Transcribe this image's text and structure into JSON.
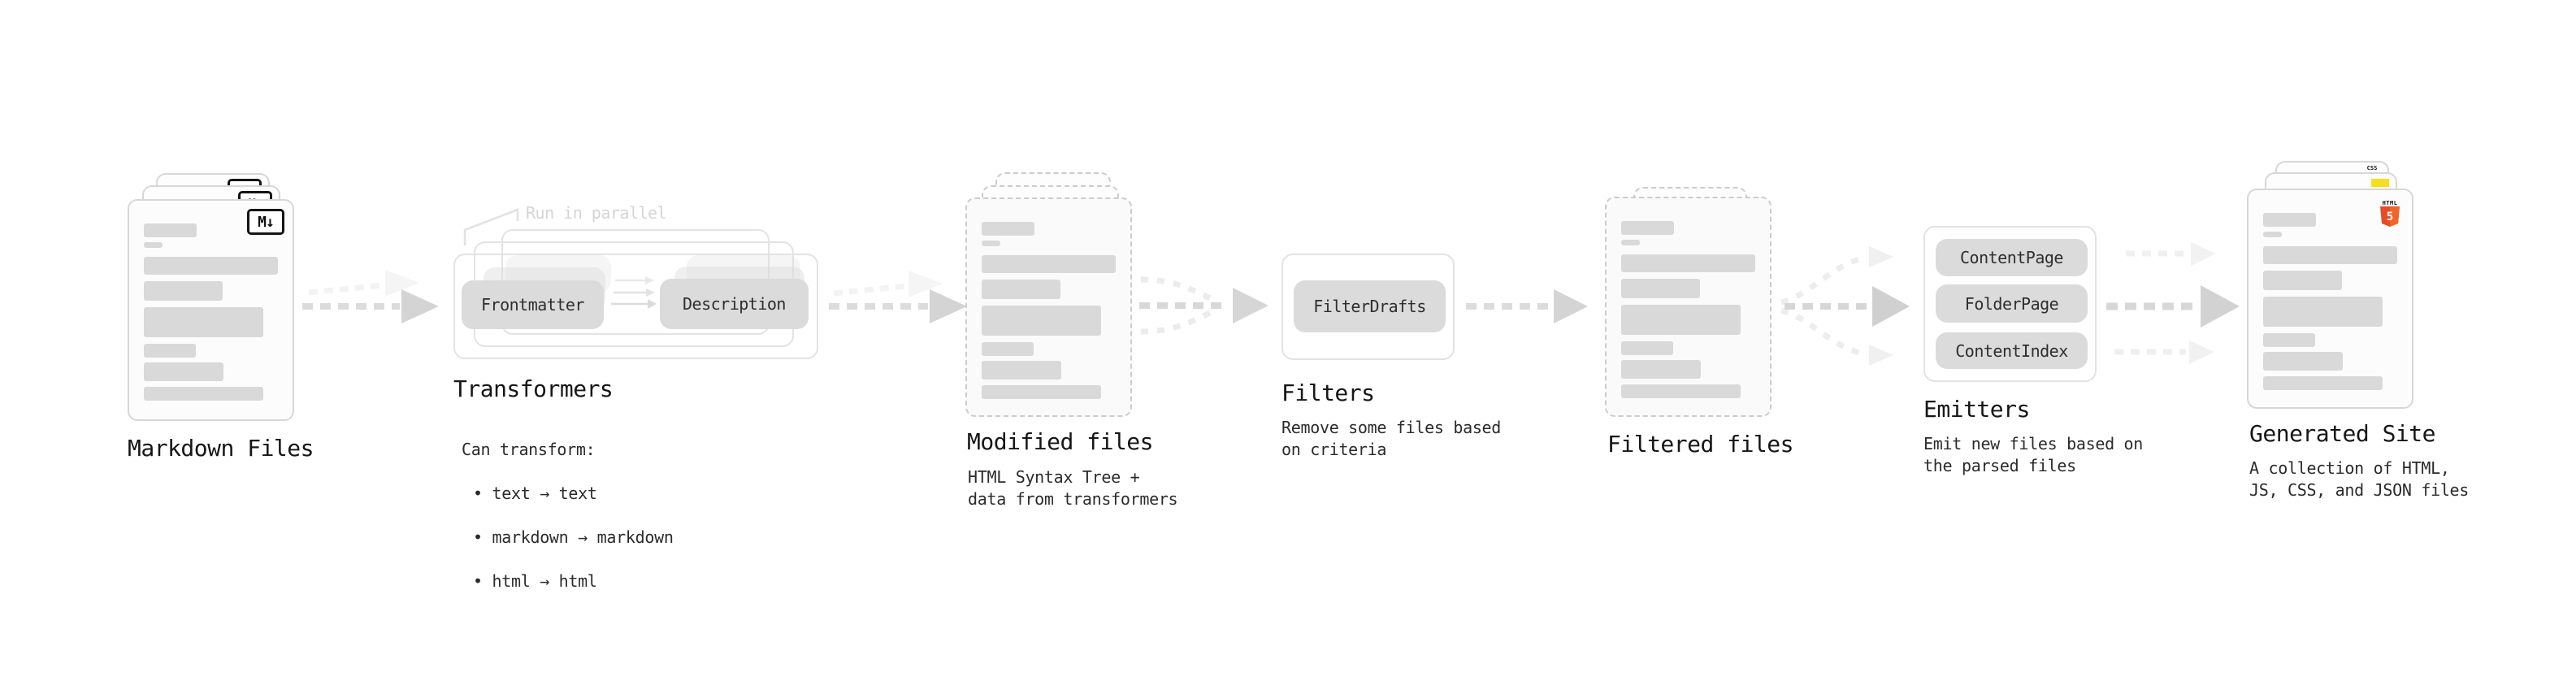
{
  "stages": {
    "markdown_files": {
      "label": "Markdown Files"
    },
    "transformers": {
      "label": "Transformers",
      "annotation": "Run in parallel",
      "input_pill": "Frontmatter",
      "output_pill": "Description",
      "description_heading": "Can transform:",
      "bullets": [
        "text → text",
        "markdown → markdown",
        "html → html"
      ]
    },
    "modified_files": {
      "label": "Modified files",
      "description": "HTML Syntax Tree +\ndata from transformers"
    },
    "filters": {
      "label": "Filters",
      "pill": "FilterDrafts",
      "description": "Remove some files based\non criteria"
    },
    "filtered_files": {
      "label": "Filtered files"
    },
    "emitters": {
      "label": "Emitters",
      "pills": [
        "ContentPage",
        "FolderPage",
        "ContentIndex"
      ],
      "description": "Emit new files based on\nthe parsed files"
    },
    "generated_site": {
      "label": "Generated Site",
      "description": "A collection of HTML,\nJS, CSS, and JSON files"
    }
  },
  "icons": {
    "markdown_badge": "M↓",
    "html5_text": "HTML",
    "html5_number": "5",
    "css_text": "CSS"
  },
  "colors": {
    "bar": "#d9d9d9",
    "pill": "#dbdbdb",
    "arrow": "#dcdcdc",
    "arrow_faint": "#f0f0f0",
    "html5_orange": "#e44d26",
    "js_yellow": "#f7df1e",
    "css_blue": "#2b6be8",
    "annotation": "#d5d5d5",
    "text": "#161616"
  }
}
